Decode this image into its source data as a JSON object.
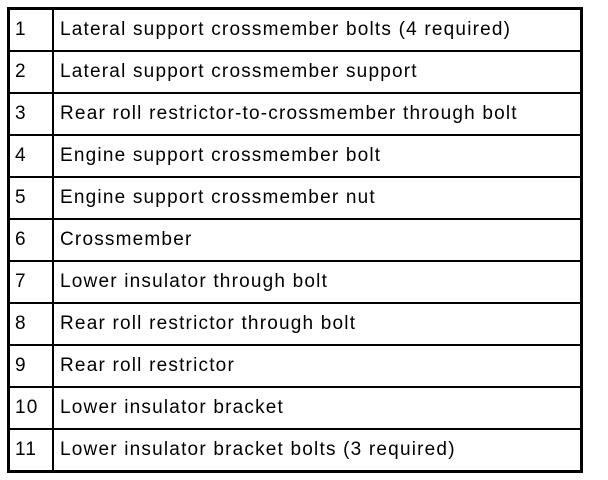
{
  "colors": {
    "border": "#000000",
    "text": "#000000",
    "background": "#ffffff"
  },
  "table": {
    "rows": [
      {
        "num": "1",
        "desc": "Lateral support crossmember bolts (4 required)"
      },
      {
        "num": "2",
        "desc": "Lateral support crossmember support"
      },
      {
        "num": "3",
        "desc": "Rear roll restrictor-to-crossmember through bolt"
      },
      {
        "num": "4",
        "desc": "Engine support crossmember bolt"
      },
      {
        "num": "5",
        "desc": "Engine support crossmember nut"
      },
      {
        "num": "6",
        "desc": "Crossmember"
      },
      {
        "num": "7",
        "desc": "Lower insulator through bolt"
      },
      {
        "num": "8",
        "desc": "Rear roll restrictor through bolt"
      },
      {
        "num": "9",
        "desc": "Rear roll restrictor"
      },
      {
        "num": "10",
        "desc": "Lower insulator bracket"
      },
      {
        "num": "11",
        "desc": "Lower insulator bracket bolts (3 required)"
      }
    ]
  }
}
